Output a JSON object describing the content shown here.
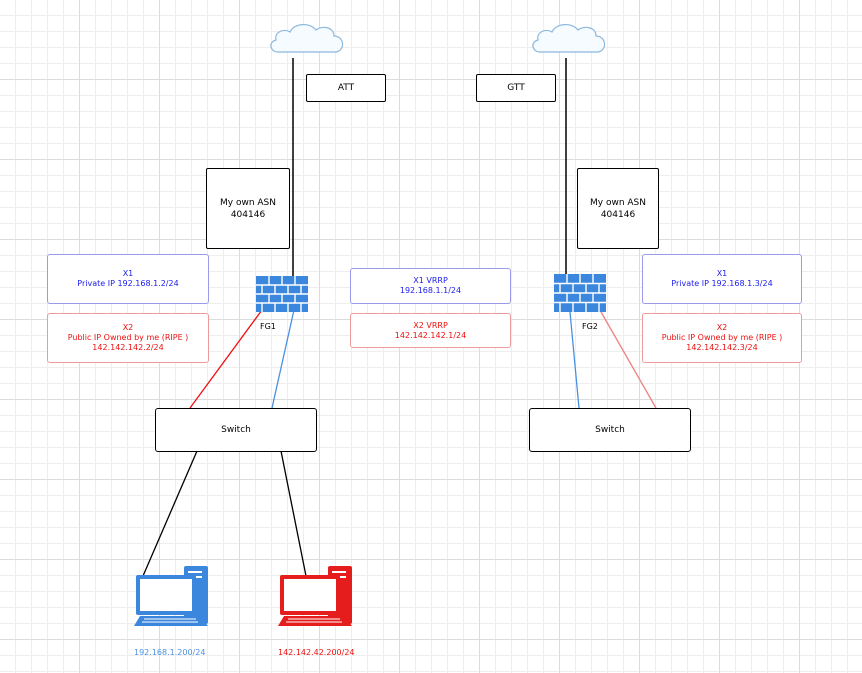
{
  "isp": {
    "left": "ATT",
    "right": "GTT"
  },
  "asn": {
    "left": [
      "My own ASN",
      "404146"
    ],
    "right": [
      "My own ASN",
      "404146"
    ]
  },
  "fg1": {
    "name": "FG1",
    "x1": [
      "X1",
      "Private IP 192.168.1.2/24"
    ],
    "x2": [
      "X2",
      "Public IP Owned by me (RIPE )",
      "142.142.142.2/24"
    ]
  },
  "fg2": {
    "name": "FG2",
    "x1": [
      "X1",
      "Private IP 192.168.1.3/24"
    ],
    "x2": [
      "X2",
      "Public IP Owned by me (RIPE )",
      "142.142.142.3/24"
    ]
  },
  "vrrp": {
    "x1": [
      "X1 VRRP",
      "192.168.1.1/24"
    ],
    "x2": [
      "X2 VRRP",
      "142.142.142.1/24"
    ]
  },
  "switch": {
    "left": "Switch",
    "right": "Switch"
  },
  "hosts": {
    "blue": "192.168.1.200/24",
    "red": "142.142.42.200/24"
  },
  "colors": {
    "blue": "#4a90e2",
    "red": "#ee1010",
    "salmon": "#f08080",
    "black": "#000000",
    "grid": "#dcdcdc"
  }
}
